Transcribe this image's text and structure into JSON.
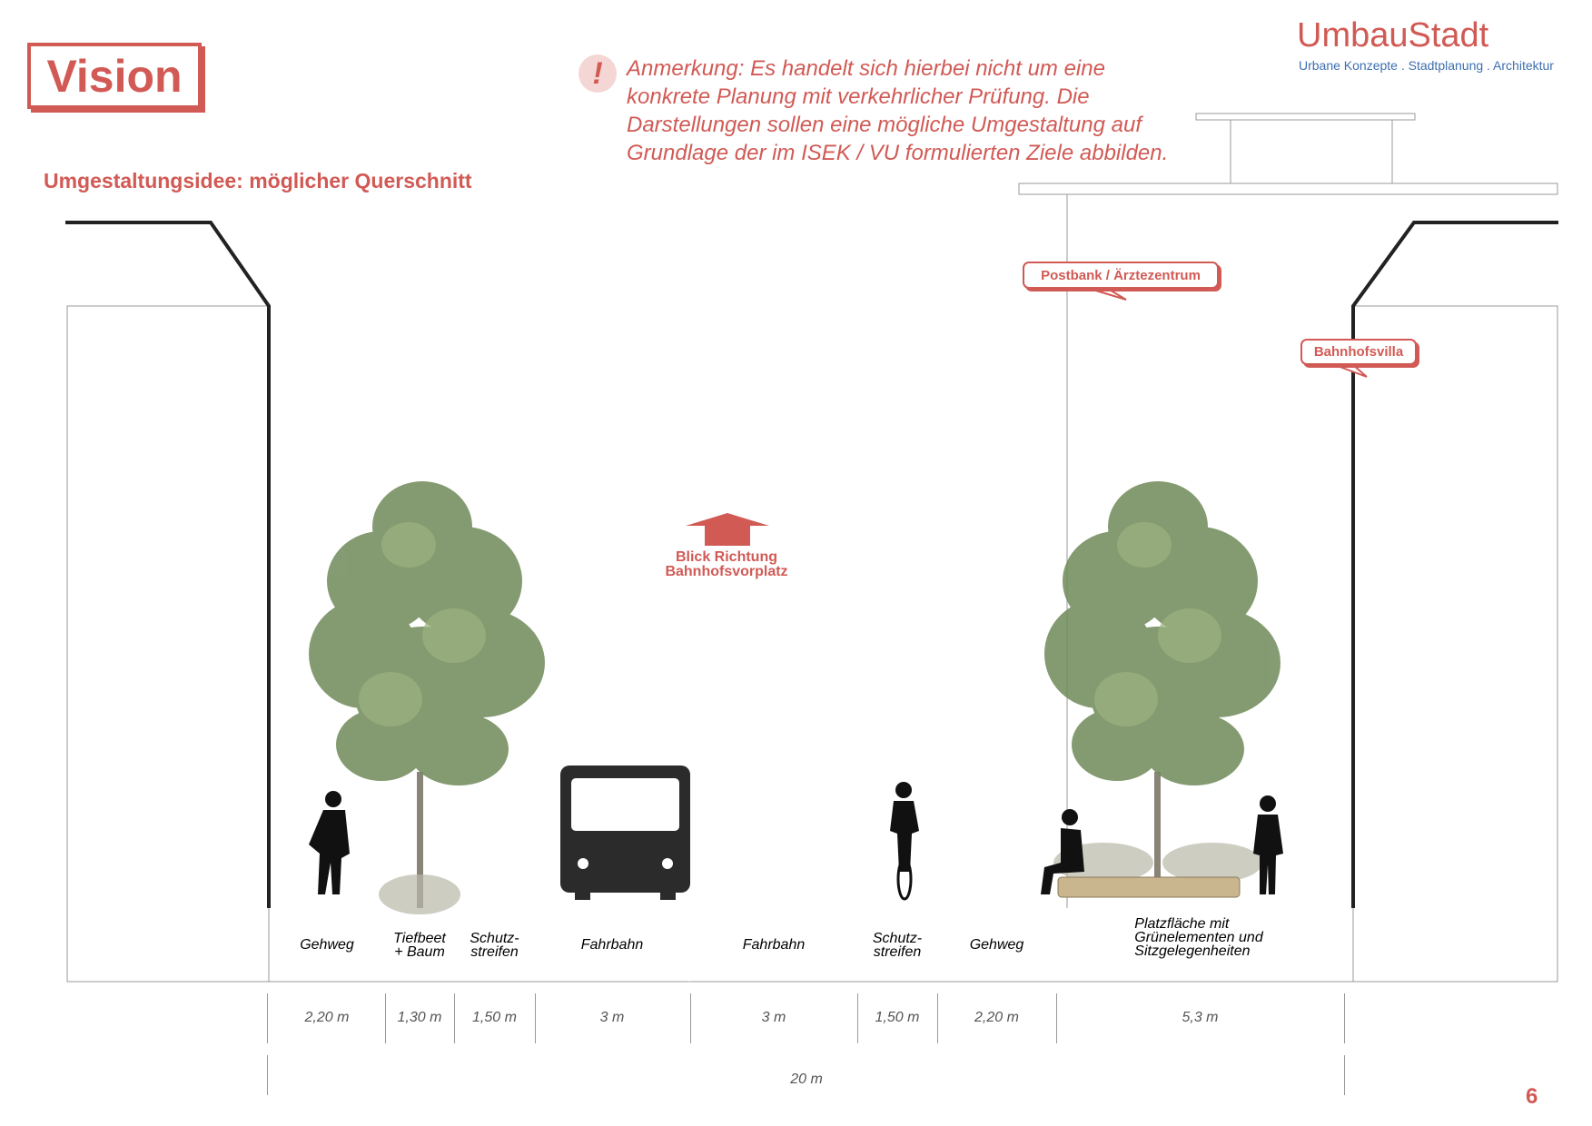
{
  "header": {
    "vision_label": "Vision",
    "subtitle": "Umgestaltungsidee: möglicher Querschnitt"
  },
  "note": {
    "icon": "!",
    "lines": [
      "Anmerkung: Es handelt sich hierbei nicht um eine",
      "konkrete Planung mit verkehrlicher Prüfung. Die",
      "Darstellungen sollen eine mögliche Umgestaltung auf",
      "Grundlage der im ISEK / VU formulierten Ziele abbilden."
    ]
  },
  "brand": {
    "name": "UmbauStadt",
    "tagline": "Urbane Konzepte . Stadtplanung . Architektur"
  },
  "callouts": {
    "postbank": "Postbank / Ärztezentrum",
    "villa": "Bahnhofsvilla"
  },
  "direction": {
    "line1": "Blick Richtung",
    "line2": "Bahnhofsvorplatz"
  },
  "segments": [
    {
      "label": "Gehweg",
      "width": "2,20 m",
      "style": "light"
    },
    {
      "label": "Tiefbeet\n+ Baum",
      "width": "1,30 m",
      "style": "green"
    },
    {
      "label": "Schutz-\nstreifen",
      "width": "1,50 m",
      "style": "red"
    },
    {
      "label": "Fahrbahn",
      "width": "3 m",
      "style": "grey"
    },
    {
      "label": "Fahrbahn",
      "width": "3 m",
      "style": "grey"
    },
    {
      "label": "Schutz-\nstreifen",
      "width": "1,50 m",
      "style": "red"
    },
    {
      "label": "Gehweg",
      "width": "2,20 m",
      "style": "light"
    },
    {
      "label": "Platzfläche mit\nGrünelementen und\nSitzgelegenheiten",
      "width": "5,3 m",
      "style": "hatch"
    }
  ],
  "total_width": "20 m",
  "page_number": "6",
  "colors": {
    "accent": "#d15a55",
    "green": "#7d8e62",
    "asphalt": "#8c8b8b",
    "sidewalk": "#ddd8cd",
    "brand_blue": "#3d6fb0"
  }
}
